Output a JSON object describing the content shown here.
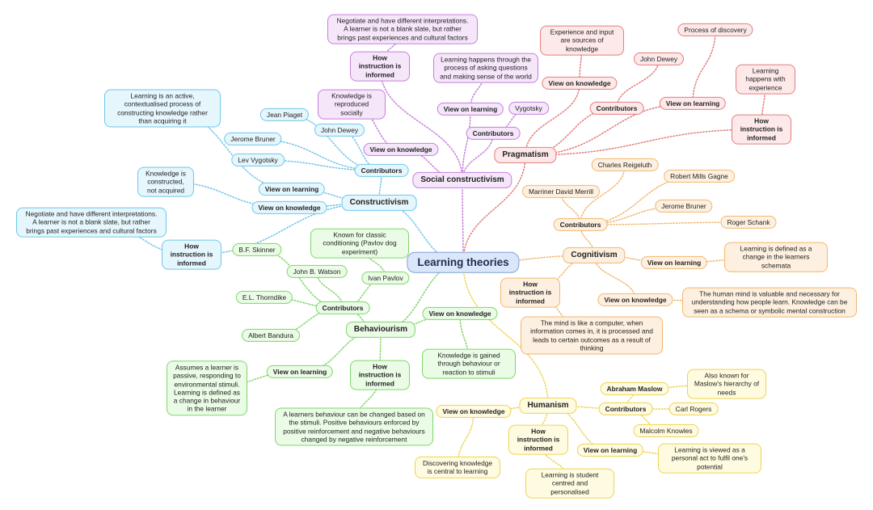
{
  "central": "Learning theories",
  "theories": {
    "constructivism": {
      "label": "Constructivism",
      "contributors_label": "Contributors",
      "contributors": [
        "Jean Piaget",
        "John Dewey",
        "Jerome Bruner",
        "Lev Vygotsky"
      ],
      "view_on_learning_label": "View on learning",
      "view_on_learning": "Learning is an active, contextualised process of constructing knowledge rather than acquiring it",
      "view_on_knowledge_label": "View on knowledge",
      "view_on_knowledge": "Knowledge is constructed, not acquired",
      "how_instruction_label": "How instruction is informed",
      "how_instruction": "Negotiate and have different interpretations. A learner is not a blank slate, but rather brings past experiences and cultural factors"
    },
    "social_constructivism": {
      "label": "Social constructivism",
      "how_instruction_label": "How instruction is informed",
      "how_instruction": "Negotiate and have different interpretations. A learner is not a blank slate, but rather brings past experiences and cultural factors",
      "view_on_learning_label": "View on learning",
      "view_on_learning": "Learning happens through the process of asking questions and making sense of the world",
      "view_on_knowledge_label": "View on knowledge",
      "view_on_knowledge": "Knowledge is reproduced socially",
      "contributors_label": "Contributors",
      "contributors": [
        "Vygotsky"
      ]
    },
    "pragmatism": {
      "label": "Pragmatism",
      "view_on_knowledge_label": "View on knowledge",
      "view_on_knowledge": "Experience and input are sources of knowledge",
      "contributors_label": "Contributors",
      "contributors": [
        "John Dewey"
      ],
      "view_on_learning_label": "View on learning",
      "view_on_learning": "Process of discovery",
      "how_instruction_label": "How instruction is informed",
      "how_instruction": "Learning happens with experience"
    },
    "cognitivism": {
      "label": "Cognitivism",
      "contributors_label": "Contributors",
      "contributors": [
        "Charles Reigeluth",
        "Robert Mills Gagne",
        "Marriner David Merrill",
        "Jerome Bruner",
        "Roger Schank"
      ],
      "view_on_learning_label": "View on learning",
      "view_on_learning": "Learning is defined as a change in the learners schemata",
      "view_on_knowledge_label": "View on knowledge",
      "view_on_knowledge": "The human mind is valuable and necessary for understanding how people learn. Knowledge can be seen as a schema or symbolic mental construction",
      "how_instruction_label": "How instruction is informed",
      "how_instruction": "The mind is like a computer, when information comes in, it is processed and leads to certain outcomes as a result of thinking"
    },
    "behaviourism": {
      "label": "Behaviourism",
      "contributors_label": "Contributors",
      "contributors": [
        "B.F. Skinner",
        "John B. Watson",
        "Ivan Pavlov",
        "E.L. Thorndike",
        "Albert Bandura"
      ],
      "pavlov_note": "Known for classic conditioning (Pavlov dog experiment)",
      "view_on_knowledge_label": "View on knowledge",
      "view_on_knowledge": "Knowledge is gained through behaviour or reaction to stimuli",
      "view_on_learning_label": "View on learning",
      "view_on_learning": "Assumes a learner is passive, responding to environmental stimuli. Learning is defined as a change in behaviour in the learner",
      "how_instruction_label": "How instruction is informed",
      "how_instruction": "A learners behaviour can be changed based on the stimuli. Positive behaviours enforced by positive reinforcement and negative behaviours changed by negative reinforcement"
    },
    "humanism": {
      "label": "Humanism",
      "contributors_label": "Contributors",
      "contributors": [
        "Abraham Maslow",
        "Carl Rogers",
        "Malcolm Knowles"
      ],
      "maslow_note": "Also known for Maslow's hierarchy of needs",
      "view_on_knowledge_label": "View on knowledge",
      "view_on_knowledge": "Discovering knowledge is central to learning",
      "how_instruction_label": "How instruction is informed",
      "how_instruction": "Learning is student centred and personalised",
      "view_on_learning_label": "View on learning",
      "view_on_learning": "Learning is viewed as a personal act to fulfil one's potential"
    }
  },
  "colors": {
    "central": "#7f9dd6",
    "constructivism": "#6fc6ea",
    "social_constructivism": "#c57fdc",
    "pragmatism": "#e47d7d",
    "cognitivism": "#f2b66e",
    "behaviourism": "#7fd66a",
    "humanism": "#edd34f"
  }
}
